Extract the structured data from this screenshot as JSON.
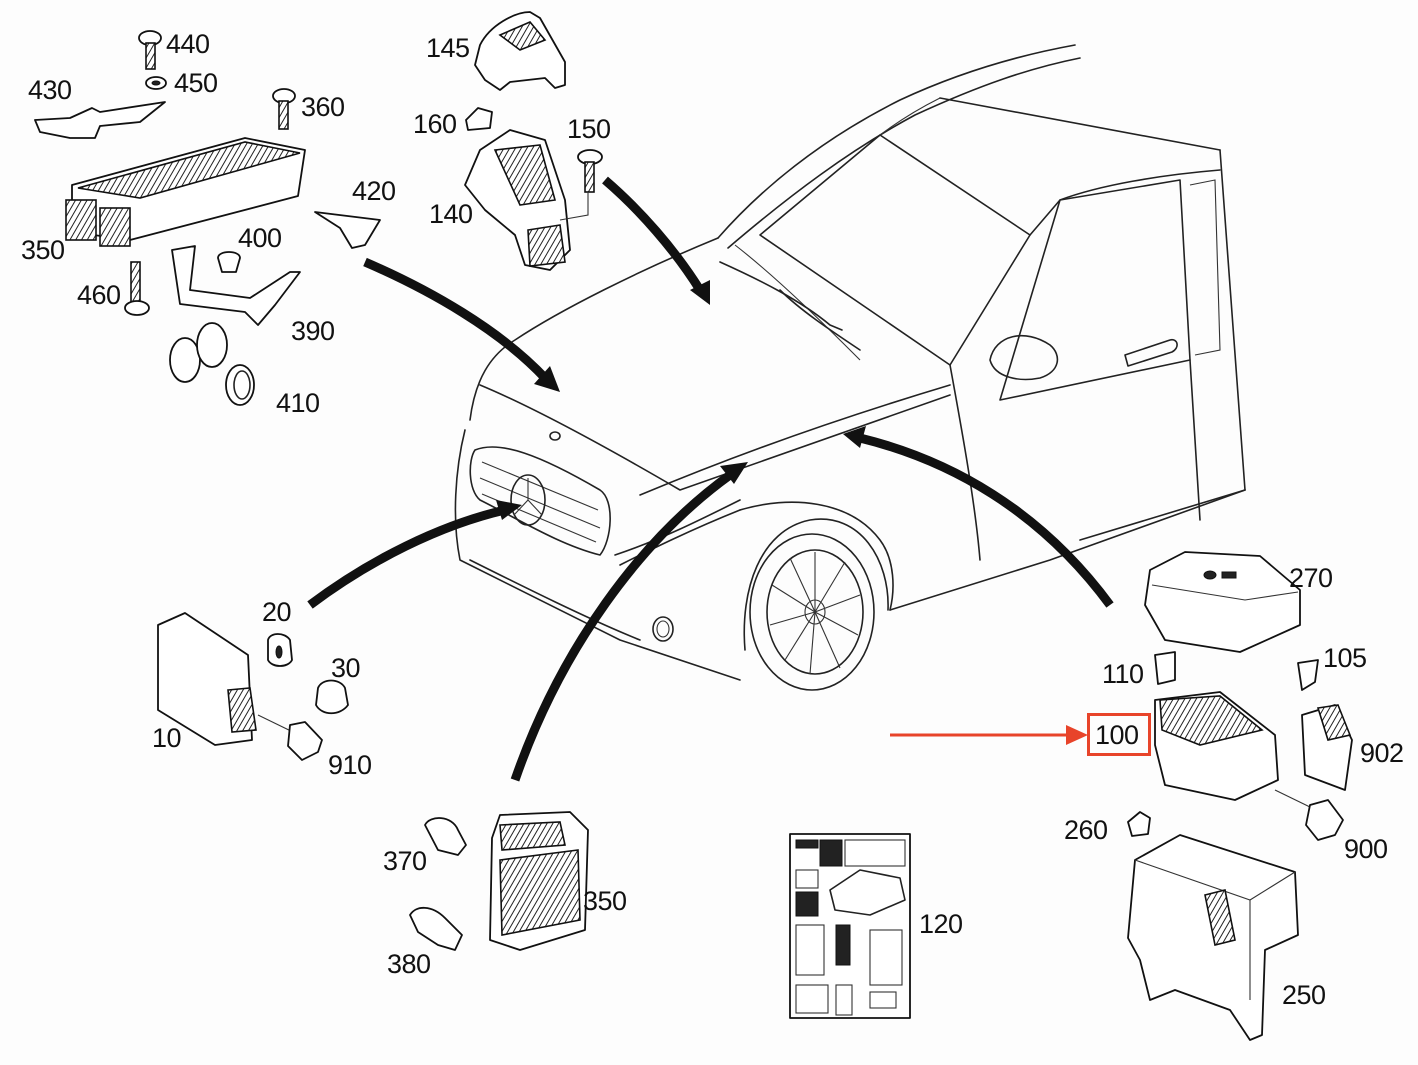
{
  "diagram": {
    "title": "Exploded parts diagram – front-end control units and fuse/relay box on vehicle",
    "highlight": {
      "part_number": "100",
      "color": "#e8442a"
    },
    "parts": [
      {
        "id": "p440",
        "label": "440",
        "description": "screw"
      },
      {
        "id": "p450",
        "label": "450",
        "description": "washer"
      },
      {
        "id": "p430",
        "label": "430",
        "description": "bracket"
      },
      {
        "id": "p360",
        "label": "360",
        "description": "screw"
      },
      {
        "id": "p350a",
        "label": "350",
        "description": "control unit (upper left)"
      },
      {
        "id": "p420",
        "label": "420",
        "description": "clip bracket"
      },
      {
        "id": "p400",
        "label": "400",
        "description": "grommet"
      },
      {
        "id": "p460",
        "label": "460",
        "description": "bolt"
      },
      {
        "id": "p390",
        "label": "390",
        "description": "holder bracket"
      },
      {
        "id": "p410",
        "label": "410",
        "description": "ring"
      },
      {
        "id": "p145",
        "label": "145",
        "description": "cover"
      },
      {
        "id": "p160",
        "label": "160",
        "description": "nut"
      },
      {
        "id": "p150",
        "label": "150",
        "description": "screw"
      },
      {
        "id": "p140",
        "label": "140",
        "description": "module"
      },
      {
        "id": "p20",
        "label": "20",
        "description": "nut"
      },
      {
        "id": "p30",
        "label": "30",
        "description": "clip"
      },
      {
        "id": "p10",
        "label": "10",
        "description": "radar sensor"
      },
      {
        "id": "p910",
        "label": "910",
        "description": "connector"
      },
      {
        "id": "p370",
        "label": "370",
        "description": "fastener"
      },
      {
        "id": "p380",
        "label": "380",
        "description": "fastener"
      },
      {
        "id": "p350b",
        "label": "350",
        "description": "control unit (bottom)"
      },
      {
        "id": "p120",
        "label": "120",
        "description": "label / sticker sheet"
      },
      {
        "id": "p270",
        "label": "270",
        "description": "fuse box cover"
      },
      {
        "id": "p110",
        "label": "110",
        "description": "relay"
      },
      {
        "id": "p105",
        "label": "105",
        "description": "fuse"
      },
      {
        "id": "p100",
        "label": "100",
        "description": "fuse and relay box"
      },
      {
        "id": "p902",
        "label": "902",
        "description": "connector"
      },
      {
        "id": "p260",
        "label": "260",
        "description": "nut"
      },
      {
        "id": "p900",
        "label": "900",
        "description": "connector"
      },
      {
        "id": "p250",
        "label": "250",
        "description": "fuse box housing"
      }
    ]
  }
}
